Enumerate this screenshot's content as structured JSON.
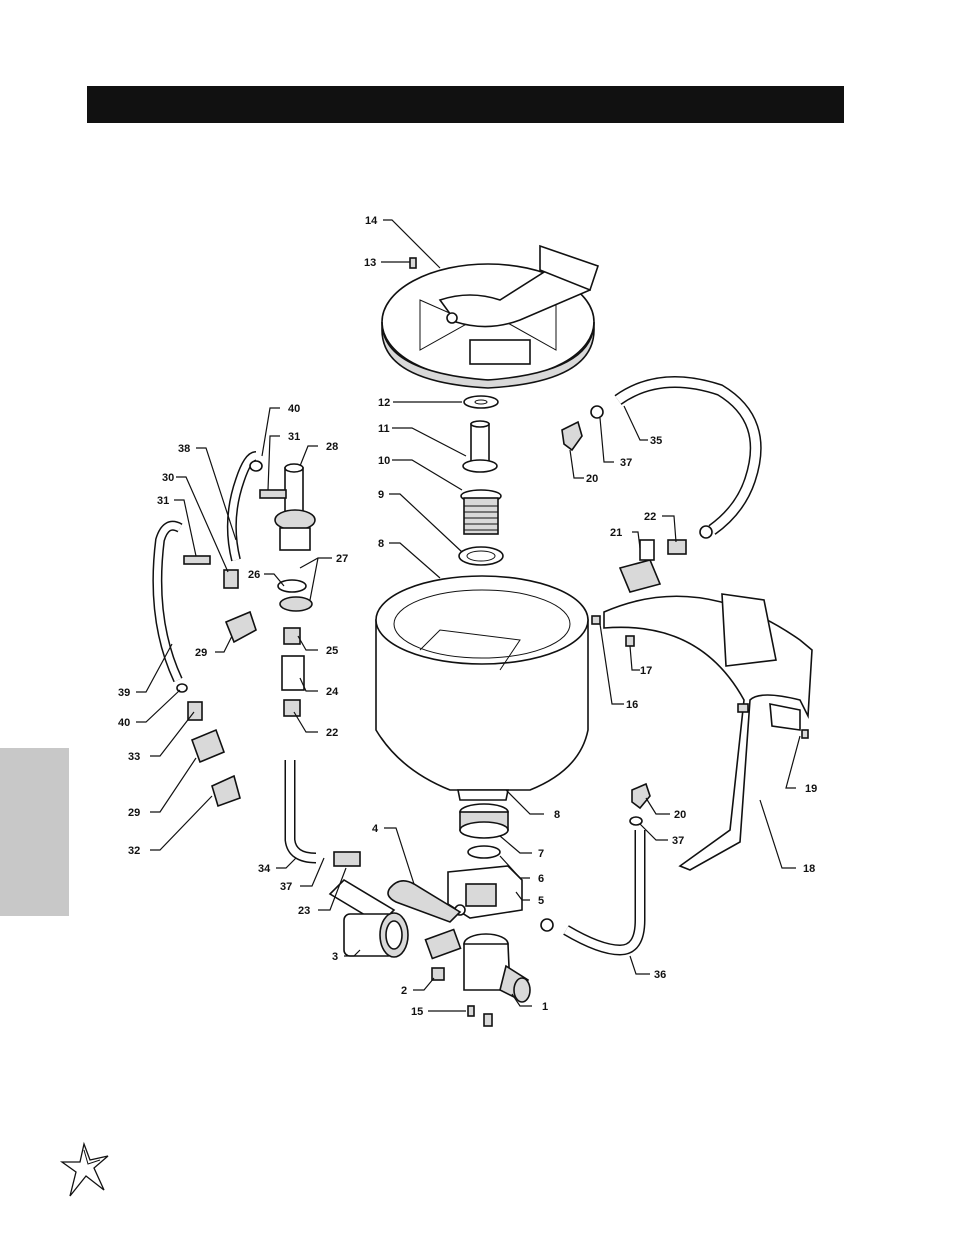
{
  "header": {
    "title": ""
  },
  "colors": {
    "bar": "#111111",
    "tab": "#c8c8c8",
    "ink": "#111111"
  },
  "logo": {
    "icon": "star-logo-icon"
  },
  "callouts": [
    {
      "id": "c14",
      "label": "14"
    },
    {
      "id": "c13",
      "label": "13"
    },
    {
      "id": "c12",
      "label": "12"
    },
    {
      "id": "c11",
      "label": "11"
    },
    {
      "id": "c10",
      "label": "10"
    },
    {
      "id": "c9",
      "label": "9"
    },
    {
      "id": "c8a",
      "label": "8"
    },
    {
      "id": "c8b",
      "label": "8"
    },
    {
      "id": "c7",
      "label": "7"
    },
    {
      "id": "c6",
      "label": "6"
    },
    {
      "id": "c5",
      "label": "5"
    },
    {
      "id": "c4",
      "label": "4"
    },
    {
      "id": "c3",
      "label": "3"
    },
    {
      "id": "c2",
      "label": "2"
    },
    {
      "id": "c1",
      "label": "1"
    },
    {
      "id": "c15",
      "label": "15"
    },
    {
      "id": "c16",
      "label": "16"
    },
    {
      "id": "c17",
      "label": "17"
    },
    {
      "id": "c18",
      "label": "18"
    },
    {
      "id": "c19",
      "label": "19"
    },
    {
      "id": "c20a",
      "label": "20"
    },
    {
      "id": "c20b",
      "label": "20"
    },
    {
      "id": "c21",
      "label": "21"
    },
    {
      "id": "c22a",
      "label": "22"
    },
    {
      "id": "c22b",
      "label": "22"
    },
    {
      "id": "c23",
      "label": "23"
    },
    {
      "id": "c24",
      "label": "24"
    },
    {
      "id": "c25",
      "label": "25"
    },
    {
      "id": "c26",
      "label": "26"
    },
    {
      "id": "c27",
      "label": "27"
    },
    {
      "id": "c28",
      "label": "28"
    },
    {
      "id": "c29a",
      "label": "29"
    },
    {
      "id": "c29b",
      "label": "29"
    },
    {
      "id": "c30",
      "label": "30"
    },
    {
      "id": "c31a",
      "label": "31"
    },
    {
      "id": "c31b",
      "label": "31"
    },
    {
      "id": "c32",
      "label": "32"
    },
    {
      "id": "c33",
      "label": "33"
    },
    {
      "id": "c34",
      "label": "34"
    },
    {
      "id": "c35",
      "label": "35"
    },
    {
      "id": "c36",
      "label": "36"
    },
    {
      "id": "c37a",
      "label": "37"
    },
    {
      "id": "c37b",
      "label": "37"
    },
    {
      "id": "c37c",
      "label": "37"
    },
    {
      "id": "c38",
      "label": "38"
    },
    {
      "id": "c39",
      "label": "39"
    },
    {
      "id": "c40a",
      "label": "40"
    },
    {
      "id": "c40b",
      "label": "40"
    }
  ]
}
